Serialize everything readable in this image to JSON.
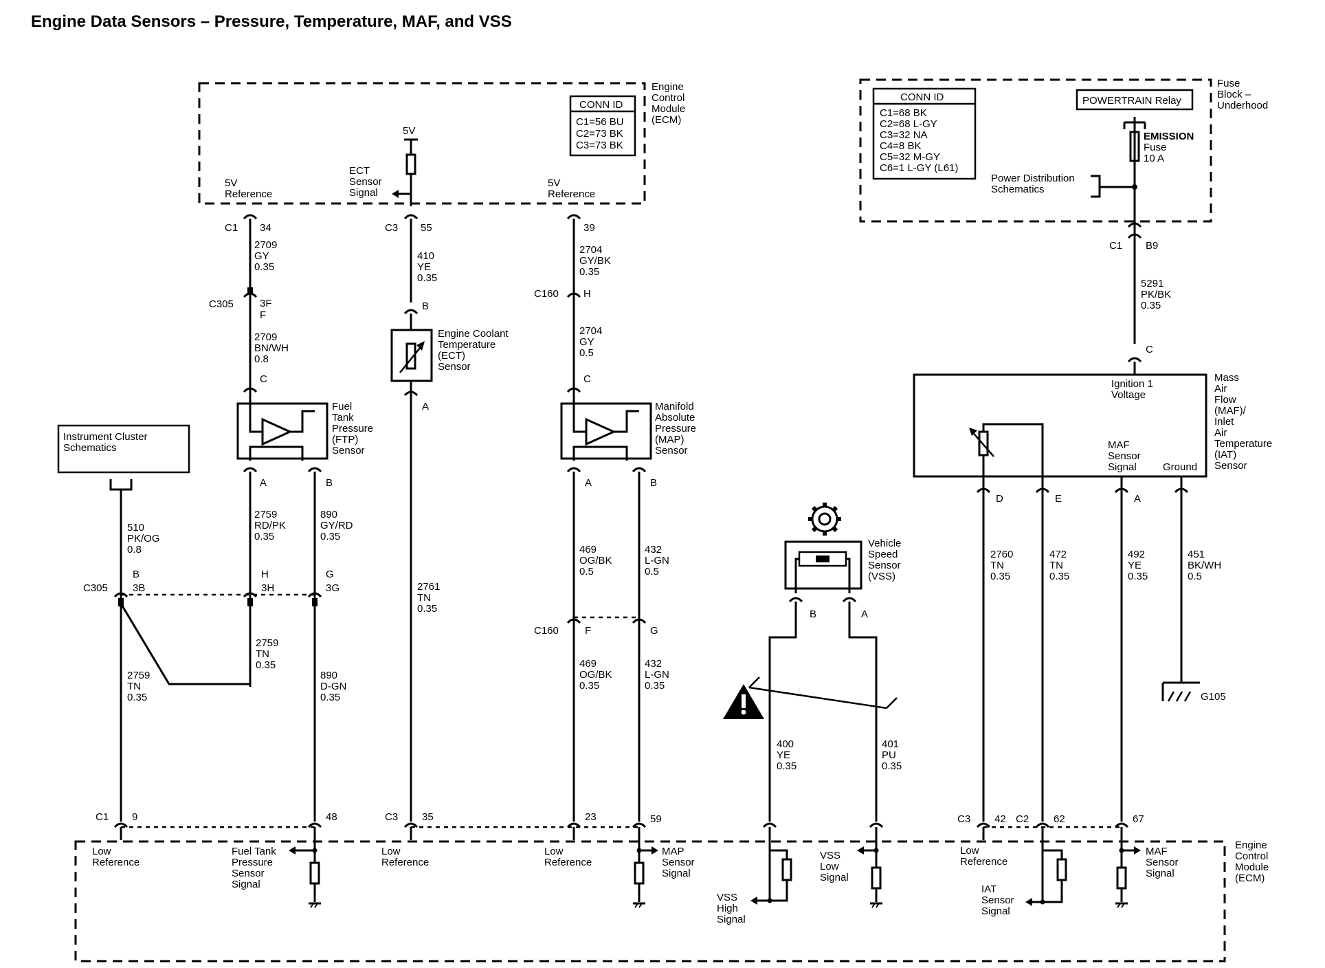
{
  "title": "Engine Data Sensors – Pressure, Temperature, MAF, and VSS",
  "ecm_top": {
    "label": [
      "Engine",
      "Control",
      "Module",
      "(ECM)"
    ],
    "conn_id_title": "CONN ID",
    "conn_ids": [
      "C1=56 BU",
      "C2=73 BK",
      "C3=73 BK"
    ],
    "five_v": "5V",
    "ref_left": [
      "5V",
      "Reference"
    ],
    "ref_right": [
      "5V",
      "Reference"
    ],
    "ect_signal": [
      "ECT",
      "Sensor",
      "Signal"
    ]
  },
  "fuse_block": {
    "label": [
      "Fuse",
      "Block –",
      "Underhood"
    ],
    "conn_id_title": "CONN ID",
    "conn_ids": [
      "C1=68 BK",
      "C2=68 L-GY",
      "C3=32 NA",
      "C4=8 BK",
      "C5=32 M-GY",
      "C6=1 L-GY (L61)"
    ],
    "relay": "POWERTRAIN Relay",
    "fuse": [
      "EMISSION",
      "Fuse",
      "10 A"
    ],
    "power_dist": [
      "Power Distribution",
      "Schematics"
    ]
  },
  "ftp_circuit": {
    "c1": "C1",
    "pin_34": "34",
    "w2709a": [
      "2709",
      "GY",
      "0.35"
    ],
    "c305": "C305",
    "pin_3f": [
      "3F",
      "F"
    ],
    "w2709b": [
      "2709",
      "BN/WH",
      "0.8"
    ],
    "pin_c": "C",
    "pin_a": "A",
    "pin_b": "B",
    "sensor": [
      "Fuel",
      "Tank",
      "Pressure",
      "(FTP)",
      "Sensor"
    ],
    "w2759a": [
      "2759",
      "RD/PK",
      "0.35"
    ],
    "w890a": [
      "890",
      "GY/RD",
      "0.35"
    ],
    "c305b": "C305",
    "pins_c305": [
      "B",
      "3B",
      "H",
      "3H",
      "G",
      "3G"
    ],
    "w2759b": [
      "2759",
      "TN",
      "0.35"
    ],
    "w2759c": [
      "2759",
      "TN",
      "0.35"
    ],
    "w890b": [
      "890",
      "D-GN",
      "0.35"
    ],
    "instrument": [
      "Instrument Cluster",
      "Schematics"
    ],
    "w510": [
      "510",
      "PK/OG",
      "0.8"
    ]
  },
  "ect_circuit": {
    "c3": "C3",
    "pin_55": "55",
    "w410": [
      "410",
      "YE",
      "0.35"
    ],
    "pin_b": "B",
    "pin_a": "A",
    "sensor": [
      "Engine Coolant",
      "Temperature",
      "(ECT)",
      "Sensor"
    ],
    "w2761": [
      "2761",
      "TN",
      "0.35"
    ]
  },
  "map_circuit": {
    "pin_39": "39",
    "w2704a": [
      "2704",
      "GY/BK",
      "0.35"
    ],
    "c160": "C160",
    "pin_h": "H",
    "w2704b": [
      "2704",
      "GY",
      "0.5"
    ],
    "pin_c": "C",
    "pin_a": "A",
    "pin_b": "B",
    "sensor": [
      "Manifold",
      "Absolute",
      "Pressure",
      "(MAP)",
      "Sensor"
    ],
    "w469a": [
      "469",
      "OG/BK",
      "0.5"
    ],
    "w432a": [
      "432",
      "L-GN",
      "0.5"
    ],
    "c160b": "C160",
    "pin_f": "F",
    "pin_g": "G",
    "w469b": [
      "469",
      "OG/BK",
      "0.35"
    ],
    "w432b": [
      "432",
      "L-GN",
      "0.35"
    ]
  },
  "vss_circuit": {
    "sensor": [
      "Vehicle",
      "Speed",
      "Sensor",
      "(VSS)"
    ],
    "pin_b": "B",
    "pin_a": "A",
    "w400": [
      "400",
      "YE",
      "0.35"
    ],
    "w401": [
      "401",
      "PU",
      "0.35"
    ]
  },
  "maf_circuit": {
    "c1": "C1",
    "pin_b9": "B9",
    "w5291": [
      "5291",
      "PK/BK",
      "0.35"
    ],
    "pin_c": "C",
    "ign": [
      "Ignition 1",
      "Voltage"
    ],
    "maf_sig": [
      "MAF",
      "Sensor",
      "Signal"
    ],
    "ground": "Ground",
    "sensor": [
      "Mass",
      "Air",
      "Flow",
      "(MAF)/",
      "Inlet",
      "Air",
      "Temperature",
      "(IAT)",
      "Sensor"
    ],
    "pins": [
      "D",
      "E",
      "A"
    ],
    "w2760": [
      "2760",
      "TN",
      "0.35"
    ],
    "w472": [
      "472",
      "TN",
      "0.35"
    ],
    "w492": [
      "492",
      "YE",
      "0.35"
    ],
    "w451": [
      "451",
      "BK/WH",
      "0.5"
    ],
    "g105": "G105"
  },
  "ecm_bottom": {
    "label": [
      "Engine",
      "Control",
      "Module",
      "(ECM)"
    ],
    "c1": "C1",
    "pin_9": "9",
    "pin_48": "48",
    "c3": "C3",
    "pin_35": "35",
    "pin_23": "23",
    "pin_59": "59",
    "c3b": "C3",
    "pin_42": "42",
    "c2": "C2",
    "pin_62": "62",
    "pin_67": "67",
    "low_ref1": [
      "Low",
      "Reference"
    ],
    "ftp_sig": [
      "Fuel Tank",
      "Pressure",
      "Sensor",
      "Signal"
    ],
    "low_ref2": [
      "Low",
      "Reference"
    ],
    "low_ref3": [
      "Low",
      "Reference"
    ],
    "map_sig": [
      "MAP",
      "Sensor",
      "Signal"
    ],
    "vss_high": [
      "VSS",
      "High",
      "Signal"
    ],
    "vss_low": [
      "VSS",
      "Low",
      "Signal"
    ],
    "low_ref4": [
      "Low",
      "Reference"
    ],
    "iat_sig": [
      "IAT",
      "Sensor",
      "Signal"
    ],
    "maf_sig": [
      "MAF",
      "Sensor",
      "Signal"
    ]
  }
}
